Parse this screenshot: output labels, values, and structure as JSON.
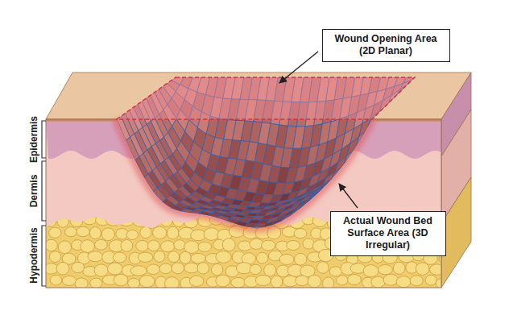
{
  "diagram": {
    "nodes": [
      {
        "text": [
          "Wound Opening Area (2D Planar)"
        ]
      },
      {
        "text": [
          "Actual Wound Bed Surface Area (3D Irregular)"
        ]
      }
    ],
    "labels": [
      "Epidermis",
      "Dermis",
      "Hypodermis"
    ]
  }
}
